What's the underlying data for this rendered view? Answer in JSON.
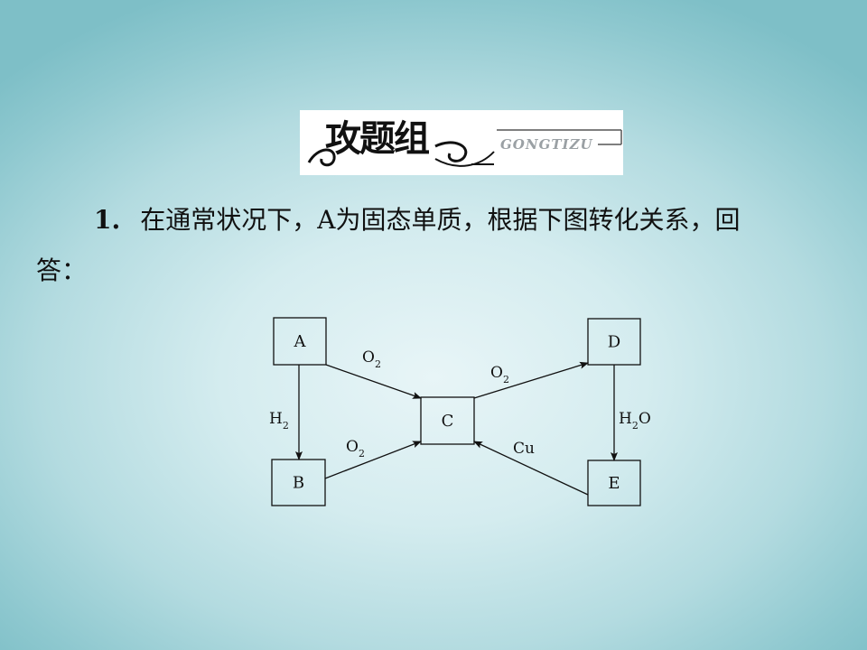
{
  "banner": {
    "title": "攻题组",
    "subtitle": "GONGTIZU"
  },
  "question": {
    "number": "1.",
    "line1_text": "在通常状况下，A为固态单质，根据下图转化关系，回",
    "line2_text": "答："
  },
  "diagram": {
    "nodes": [
      {
        "id": "A",
        "label": "A"
      },
      {
        "id": "B",
        "label": "B"
      },
      {
        "id": "C",
        "label": "C"
      },
      {
        "id": "D",
        "label": "D"
      },
      {
        "id": "E",
        "label": "E"
      }
    ],
    "edges": [
      {
        "from": "A",
        "to": "C",
        "label_main": "O",
        "label_sub": "2"
      },
      {
        "from": "A",
        "to": "B",
        "label_main": "H",
        "label_sub": "2"
      },
      {
        "from": "B",
        "to": "C",
        "label_main": "O",
        "label_sub": "2"
      },
      {
        "from": "C",
        "to": "D",
        "label_main": "O",
        "label_sub": "2"
      },
      {
        "from": "D",
        "to": "E",
        "label_main": "H",
        "label_sub": "2",
        "label_tail": "O"
      },
      {
        "from": "E",
        "to": "C",
        "label_main": "Cu",
        "label_sub": ""
      }
    ]
  }
}
